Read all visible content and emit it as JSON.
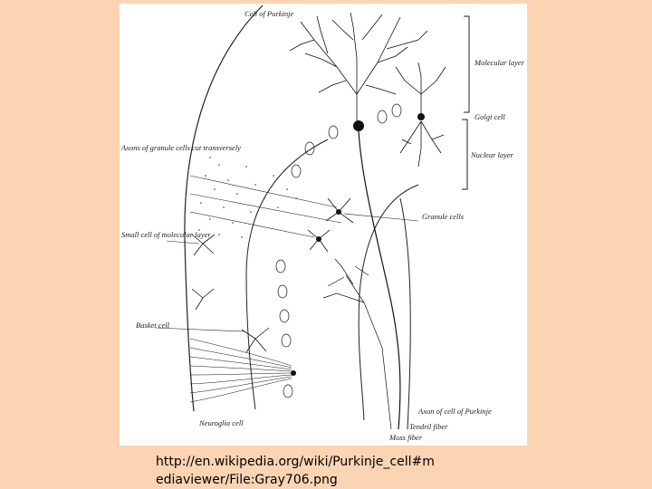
{
  "figure": {
    "labels": {
      "cell_of_purkinje": "Cell of Purkinje",
      "molecular_layer": "Molecular layer",
      "golgi_cell": "Golgi cell",
      "axons_of_granule_cells": "Axons of granule cells cut transversely",
      "nuclear_layer": "Nuclear layer",
      "granule_cells": "Granule cells",
      "small_cell_of_molecular_layer": "Small cell of molecular layer",
      "basket_cell": "Basket cell",
      "neuroglia_cell": "Neuroglia cell",
      "axon_of_cell_of_purkinje": "Axon of cell of Purkinje",
      "tendril_fiber": "Tendril fiber",
      "moss_fiber": "Moss fiber"
    }
  },
  "caption": {
    "line1": "http://en.wikipedia.org/wiki/Purkinje_cell#m",
    "line2": "ediaviewer/File:Gray706.png"
  },
  "colors": {
    "background": "#fbd4b4",
    "figure_background": "#ffffff",
    "ink": "#222222"
  }
}
